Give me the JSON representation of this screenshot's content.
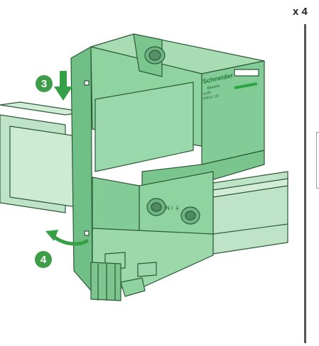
{
  "quantity_label": "x 4",
  "steps": [
    {
      "number": "3"
    },
    {
      "number": "4"
    }
  ],
  "device": {
    "brand": "Schneider",
    "brand_sub": "Electric",
    "model_line1": "Acti9",
    "model_line2": "iPRD1 12r",
    "terminal_label": "N / ⏚"
  },
  "colors": {
    "body_green": "#8fd3a0",
    "body_light": "#a8ddb4",
    "body_dark": "#5fb07a",
    "outline": "#2b5a36",
    "step_badge": "#3f9c48",
    "arrow_green": "#35a046",
    "rail": "#bfe3c6"
  }
}
